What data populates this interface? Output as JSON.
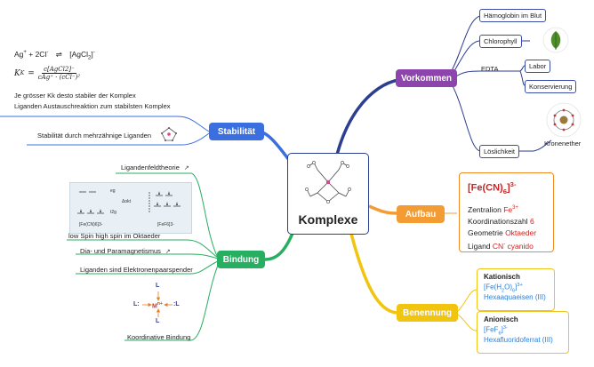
{
  "center": {
    "title": "Komplexe"
  },
  "colors": {
    "vorkommen": "#8e44ad",
    "stabilitaet": "#3b6fe0",
    "aufbau": "#f39c34",
    "bindung": "#27ae60",
    "benennung": "#f1c40f"
  },
  "formula": {
    "reaction_left": "Ag",
    "reaction_left_sup": "+",
    "reaction_plus": "+ 2Cl",
    "reaction_plus_sup": "-",
    "reaction_arrow": "⇌",
    "reaction_right": "[AgCl",
    "reaction_right_sub": "2",
    "reaction_right_end": "]",
    "reaction_right_sup": "-",
    "kk_lhs": "K",
    "kk_lhs_sub": "K",
    "kk_eq": "=",
    "kk_num": "c[AgCl2]⁻",
    "kk_den": "cAg⁺ · (cCl⁻)²",
    "line1": "Je grösser Kk desto stabiler der Komplex",
    "line2": "Liganden Austauschreaktion zum stabilsten Komplex"
  },
  "vorkommen": {
    "label": "Vorkommen",
    "items": {
      "haemoglobin": "Hämoglobin im Blut",
      "chlorophyll": "Chlorophyll",
      "edta": "EDTA",
      "labor": "Labor",
      "konservierung": "Konservierung",
      "loeslichkeit": "Löslichkeit",
      "kronenether": "Kronenether"
    }
  },
  "stabilitaet": {
    "label": "Stabilität",
    "items": {
      "mehrzaehnig": "Stabilität durch mehrzähnige Liganden"
    }
  },
  "aufbau": {
    "label": "Aufbau",
    "formula_main": "[Fe(CN)",
    "formula_sub": "6",
    "formula_end": "]",
    "formula_sup": "3-",
    "zentralion_label": "Zentralion",
    "zentralion_value": "Fe",
    "zentralion_sup": "3+",
    "kz_label": "Koordinationszahl",
    "kz_value": "6",
    "geometrie_label": "Geometrie",
    "geometrie_value": "Oktaeder",
    "ligand_label": "Ligand",
    "ligand_value": "CN",
    "ligand_sup": "-",
    "ligand_name": "cyanido"
  },
  "bindung": {
    "label": "Bindung",
    "items": {
      "ligandenfeld": "Ligandenfeldtheorie",
      "spin": "low Spin  high spin im Oktaeder",
      "magnetismus": "Dia- und Paramagnetismus",
      "elektronenpaar": "Liganden sind Elektronenpaarspender",
      "koordinativ": "Koordinative Bindung"
    },
    "diagram_labels": {
      "left": "[Fe(CN)6]3-",
      "right": "[FeF6]3-",
      "t2g": "t2g",
      "eg": "eg",
      "delta": "Δokt"
    },
    "lewis": {
      "top": "L",
      "left": "L:",
      "center": "M",
      "center_sup": "n+",
      "right": ":L",
      "bottom": "L"
    }
  },
  "benennung": {
    "label": "Benennung",
    "kationisch": {
      "title": "Kationisch",
      "f1": "[Fe(H",
      "f_sub1": "2",
      "f2": "O)",
      "f_sub2": "6",
      "f3": "]",
      "f_sup": "3+",
      "name": "Hexaaquaeisen (III)"
    },
    "anionisch": {
      "title": "Anionisch",
      "f1": "[FeF",
      "f_sub": "6",
      "f2": "]",
      "f_sup": "3-",
      "name": "Hexafluoridoferrat (III)"
    }
  }
}
